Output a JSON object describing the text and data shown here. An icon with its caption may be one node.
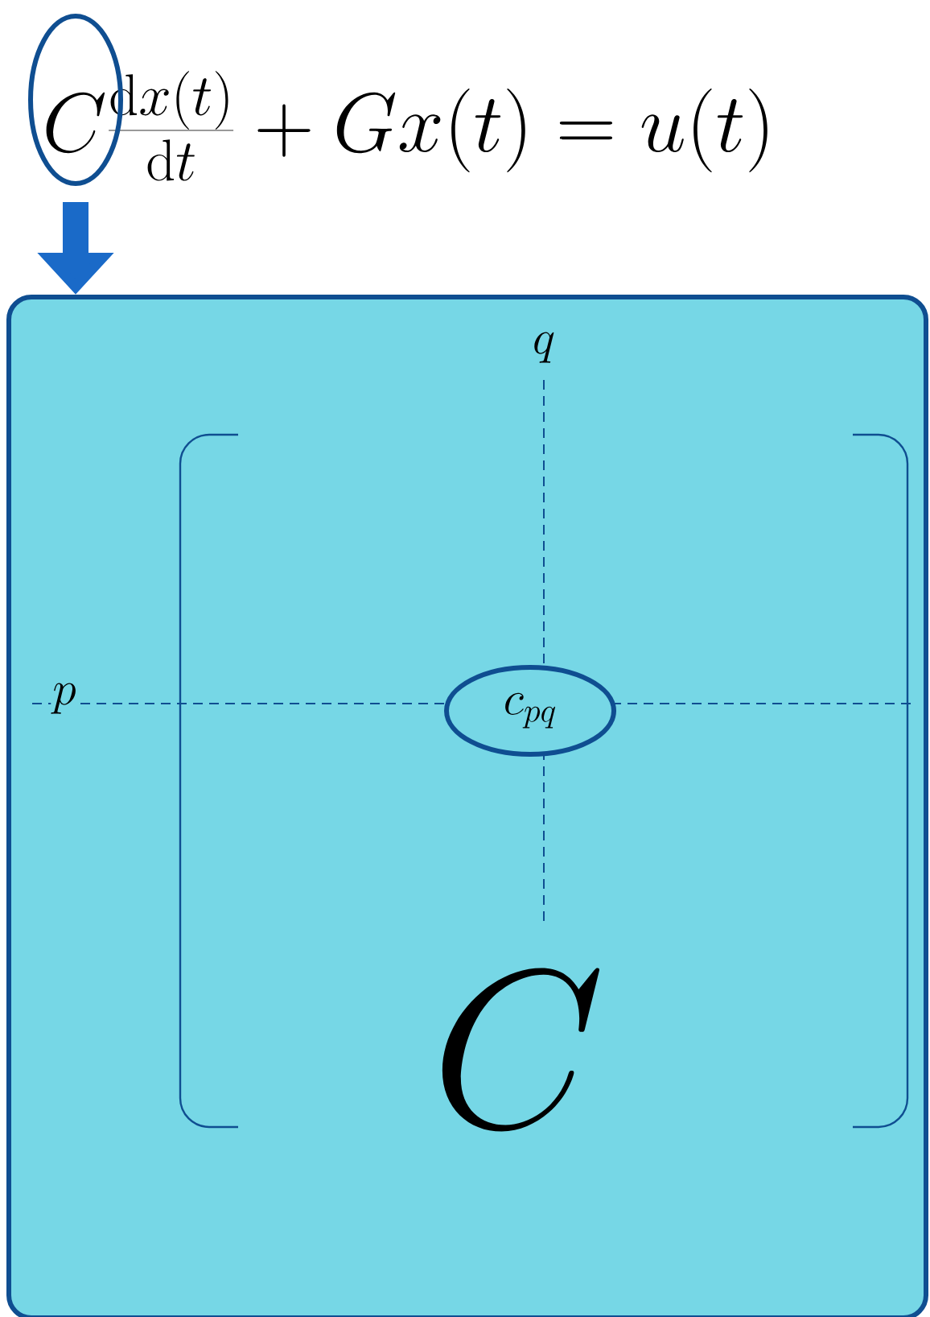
{
  "diagram": {
    "title": "C\\frac{\\mathrm{d}x(t)}{\\mathrm{d}t}+Gx(t)=u(t)",
    "nodes": [
      {
        "text": [],
        "shape": "ellipse"
      },
      {
        "text": [
          "C"
        ]
      },
      {
        "text": [
          "c_{pq}"
        ],
        "in": 1
      }
    ],
    "edges": [
      {
        "from": 0,
        "to": 1,
        "arrow": "to"
      }
    ],
    "labels": [
      "q",
      "p"
    ]
  }
}
